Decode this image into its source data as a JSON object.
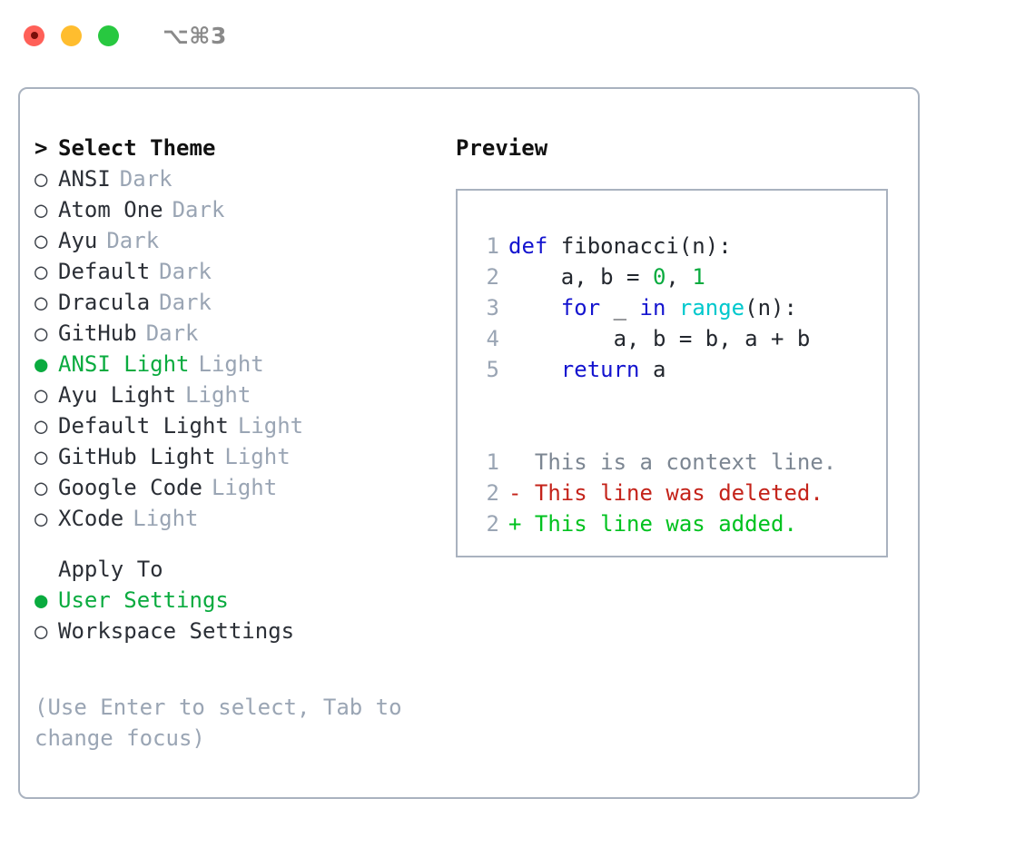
{
  "window": {
    "title": "⌥⌘3",
    "traffic_lights": [
      {
        "name": "close",
        "color": "#ff6058"
      },
      {
        "name": "minimize",
        "color": "#ffbd2e"
      },
      {
        "name": "maximize",
        "color": "#28c840"
      }
    ]
  },
  "colors": {
    "accent_green": "#0aab3f",
    "border": "#a9b2bf",
    "muted": "#9aa5b4",
    "text": "#2b2f36",
    "keyword_blue": "#1414cf",
    "function_cyan": "#00c8cd",
    "number_green": "#0aab3f",
    "diff_deleted": "#c4231a",
    "diff_added": "#00c21f",
    "diff_context": "#7c8692"
  },
  "theme_section": {
    "header": "Select Theme",
    "header_marker": ">",
    "items": [
      {
        "marker": "○",
        "name": "ANSI",
        "badge": "Dark",
        "selected": false
      },
      {
        "marker": "○",
        "name": "Atom One",
        "badge": "Dark",
        "selected": false
      },
      {
        "marker": "○",
        "name": "Ayu",
        "badge": "Dark",
        "selected": false
      },
      {
        "marker": "○",
        "name": "Default",
        "badge": "Dark",
        "selected": false
      },
      {
        "marker": "○",
        "name": "Dracula",
        "badge": "Dark",
        "selected": false
      },
      {
        "marker": "○",
        "name": "GitHub",
        "badge": "Dark",
        "selected": false
      },
      {
        "marker": "●",
        "name": "ANSI Light",
        "badge": "Light",
        "selected": true
      },
      {
        "marker": "○",
        "name": "Ayu Light",
        "badge": "Light",
        "selected": false
      },
      {
        "marker": "○",
        "name": "Default Light",
        "badge": "Light",
        "selected": false
      },
      {
        "marker": "○",
        "name": "GitHub Light",
        "badge": "Light",
        "selected": false
      },
      {
        "marker": "○",
        "name": "Google Code",
        "badge": "Light",
        "selected": false
      },
      {
        "marker": "○",
        "name": "XCode",
        "badge": "Light",
        "selected": false
      }
    ]
  },
  "apply_to_section": {
    "header": "Apply To",
    "items": [
      {
        "marker": "●",
        "name": "User Settings",
        "selected": true
      },
      {
        "marker": "○",
        "name": "Workspace Settings",
        "selected": false
      }
    ]
  },
  "hint": "(Use Enter to select, Tab to change focus)",
  "preview": {
    "title": "Preview",
    "code_lines": [
      {
        "no": "1",
        "segments": [
          {
            "t": "def",
            "c": "kw"
          },
          {
            "t": " fibonacci(n):",
            "c": "plain"
          }
        ]
      },
      {
        "no": "2",
        "segments": [
          {
            "t": "    a, b = ",
            "c": "plain"
          },
          {
            "t": "0",
            "c": "num"
          },
          {
            "t": ", ",
            "c": "plain"
          },
          {
            "t": "1",
            "c": "num"
          }
        ]
      },
      {
        "no": "3",
        "segments": [
          {
            "t": "    ",
            "c": "plain"
          },
          {
            "t": "for",
            "c": "kw"
          },
          {
            "t": " _ ",
            "c": "plain"
          },
          {
            "t": "in",
            "c": "kw"
          },
          {
            "t": " ",
            "c": "plain"
          },
          {
            "t": "range",
            "c": "fn"
          },
          {
            "t": "(n):",
            "c": "plain"
          }
        ]
      },
      {
        "no": "4",
        "segments": [
          {
            "t": "        a, b = b, a + b",
            "c": "plain"
          }
        ]
      },
      {
        "no": "5",
        "segments": [
          {
            "t": "    ",
            "c": "plain"
          },
          {
            "t": "return",
            "c": "kw"
          },
          {
            "t": " a",
            "c": "plain"
          }
        ]
      }
    ],
    "diff_lines": [
      {
        "no": "1",
        "prefix": "  ",
        "text": "This is a context line.",
        "kind": "ctx"
      },
      {
        "no": "2",
        "prefix": "- ",
        "text": "This line was deleted.",
        "kind": "del"
      },
      {
        "no": "2",
        "prefix": "+ ",
        "text": "This line was added.",
        "kind": "add"
      }
    ]
  }
}
